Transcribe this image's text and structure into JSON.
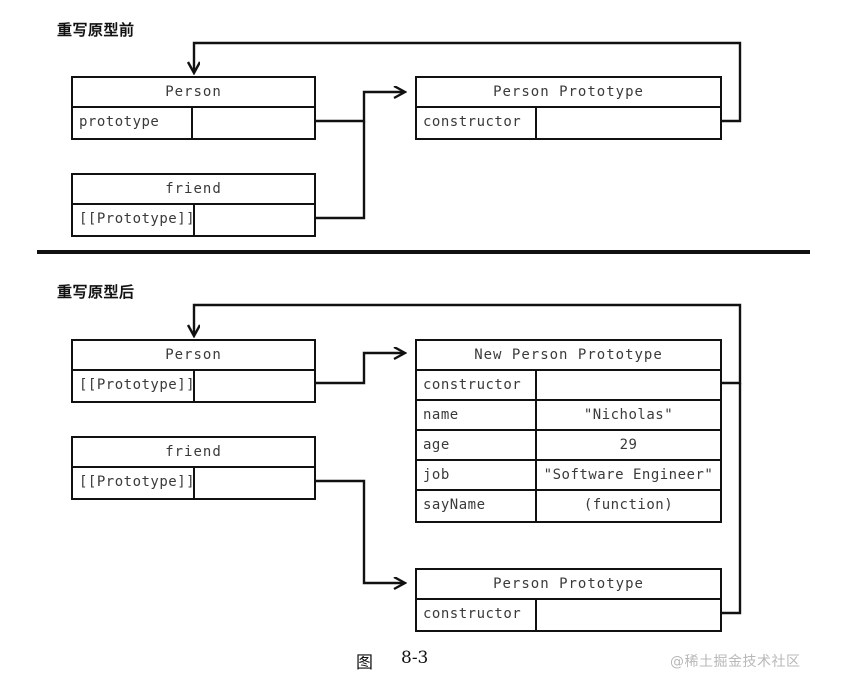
{
  "figure": {
    "caption_label": "图",
    "caption_number": "8-3",
    "watermark": "@稀土掘金技术社区"
  },
  "sections": [
    {
      "id": "before",
      "label": "重写原型前",
      "boxes": [
        {
          "id": "person-before",
          "title": "Person",
          "rows": [
            {
              "key": "prototype",
              "value": ""
            }
          ]
        },
        {
          "id": "person-prototype-before",
          "title": "Person Prototype",
          "rows": [
            {
              "key": "constructor",
              "value": ""
            }
          ]
        },
        {
          "id": "friend-before",
          "title": "friend",
          "rows": [
            {
              "key": "[[Prototype]]",
              "value": ""
            }
          ]
        }
      ]
    },
    {
      "id": "after",
      "label": "重写原型后",
      "boxes": [
        {
          "id": "person-after",
          "title": "Person",
          "rows": [
            {
              "key": "[[Prototype]]",
              "value": ""
            }
          ]
        },
        {
          "id": "new-person-prototype",
          "title": "New Person Prototype",
          "rows": [
            {
              "key": "constructor",
              "value": ""
            },
            {
              "key": "name",
              "value": "\"Nicholas\""
            },
            {
              "key": "age",
              "value": "29"
            },
            {
              "key": "job",
              "value": "\"Software Engineer\""
            },
            {
              "key": "sayName",
              "value": "(function)"
            }
          ]
        },
        {
          "id": "friend-after",
          "title": "friend",
          "rows": [
            {
              "key": "[[Prototype]]",
              "value": ""
            }
          ]
        },
        {
          "id": "person-prototype-after",
          "title": "Person Prototype",
          "rows": [
            {
              "key": "constructor",
              "value": ""
            }
          ]
        }
      ]
    }
  ],
  "colors": {
    "line": "#111111",
    "text": "#3a3a3a",
    "background": "#ffffff",
    "watermark": "#b8b8b8"
  }
}
